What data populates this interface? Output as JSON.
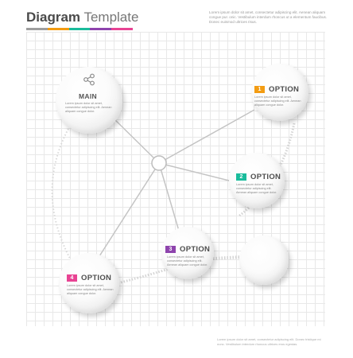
{
  "header": {
    "title_bold": "Diagram",
    "title_light": "Template",
    "note": "Lorem ipsum dolor sit amet, consectetur adipiscing elit. Aenean aliquam congue pur. onic. Vestibulum interdum rhoncus ut a elementum faucibus. Donec euismod ultrices risus."
  },
  "colors": {
    "bar": [
      "#9e9e9e",
      "#f39c12",
      "#1abc9c",
      "#8e44ad",
      "#e84393"
    ],
    "line": "#c4c4c4",
    "dotted": "#d6d6d6"
  },
  "main": {
    "title": "MAIN",
    "icon": "share-icon",
    "desc": "Lorem ipsum dolor sit amet, consectetur adipiscing elit. Aenean aliquam congue dolor."
  },
  "options": [
    {
      "number": "1",
      "label": "OPTION",
      "color": "#f39c12",
      "desc": "Lorem ipsum dolor sit amet, consectetur adipiscing elit. Aenean aliquam congue dolor."
    },
    {
      "number": "2",
      "label": "OPTION",
      "color": "#1abc9c",
      "desc": "Lorem ipsum dolor sit amet, consectetur adipiscing elit. Aenean aliquam congue dolor."
    },
    {
      "number": "3",
      "label": "OPTION",
      "color": "#8e44ad",
      "desc": "Lorem ipsum dolor sit amet, consectetur adipiscing elit. Aenean aliquam congue dolor."
    },
    {
      "number": "4",
      "label": "OPTION",
      "color": "#e84393",
      "desc": "Lorem ipsum dolor sit amet, consectetur adipiscing elit. Aenean aliquam congue dolor."
    }
  ],
  "footer": {
    "note": "Lorem ipsum dolor sit amet, consectetur adipiscing elit. Donec tristique mi nunc. Vestibulum interdum rhoncus ultrices eros egestas."
  }
}
